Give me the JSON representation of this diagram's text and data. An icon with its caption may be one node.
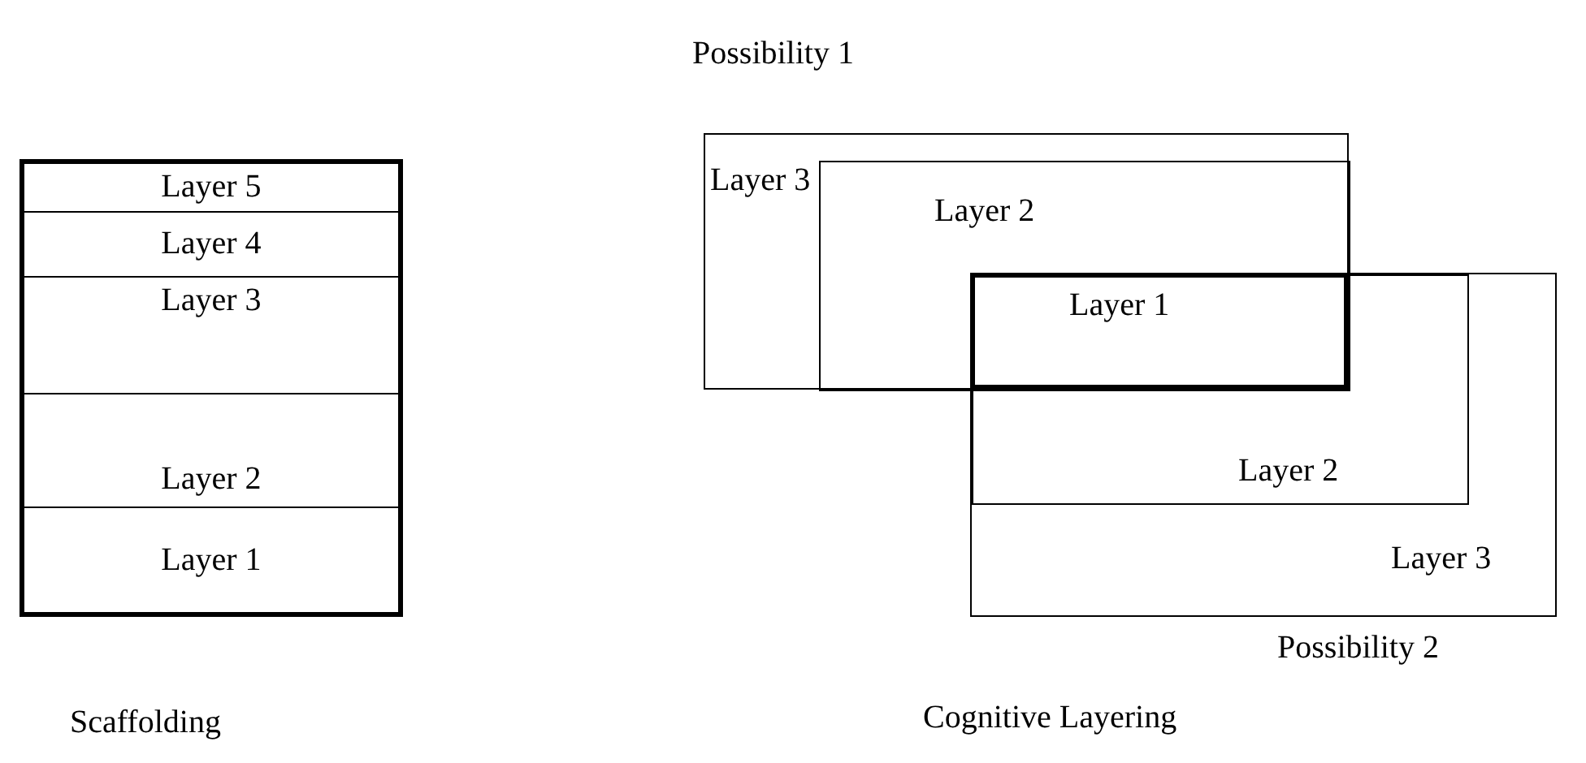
{
  "diagram": {
    "nodes": [
      {
        "text": [],
        "shape": "box",
        "beside": [
          "Scaffolding"
        ]
      },
      {
        "text": [
          "Layer 5"
        ],
        "in": 0
      },
      {
        "text": [
          "Layer 4"
        ],
        "in": 0
      },
      {
        "text": [
          "Layer 3"
        ],
        "in": 0
      },
      {
        "text": [
          "Layer 2"
        ],
        "in": 0
      },
      {
        "text": [
          "Layer 1"
        ],
        "in": 0
      },
      {
        "text": [
          "Layer 3"
        ],
        "beside": [
          "Possibility 1"
        ]
      },
      {
        "text": [
          "Layer 2"
        ],
        "in": 6
      },
      {
        "text": [
          "Layer 1"
        ]
      },
      {
        "text": [
          "Layer 3"
        ],
        "beside": [
          "Possibility 2"
        ]
      },
      {
        "text": [
          "Layer 2"
        ],
        "in": 9
      }
    ],
    "edges": [],
    "labels": [
      "Cognitive Layering"
    ]
  }
}
